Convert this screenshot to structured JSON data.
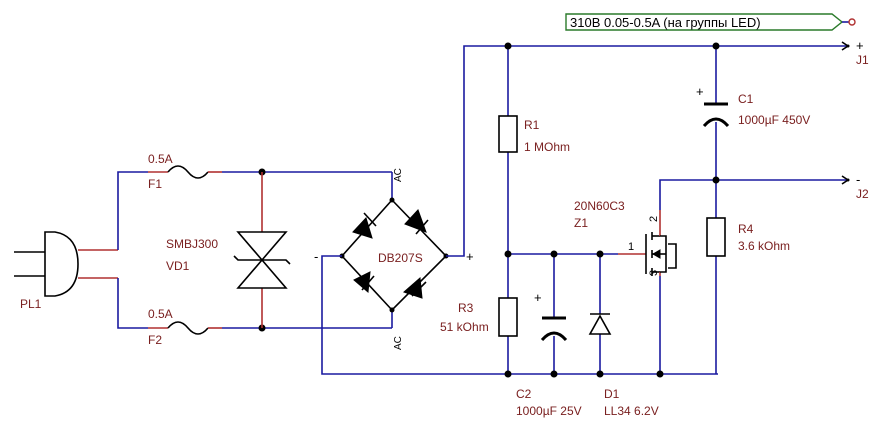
{
  "output_label": "310B 0.05-0.5A (на группы LED)",
  "colors": {
    "wire": "#1a1aa0",
    "lead": "#b03030",
    "label": "#7a2020",
    "label_box": "#2a7a2a"
  },
  "components": {
    "plug": {
      "ref": "PL1"
    },
    "fuse1": {
      "rating": "0.5A",
      "ref": "F1"
    },
    "fuse2": {
      "rating": "0.5A",
      "ref": "F2"
    },
    "tvs": {
      "part": "SMBJ300",
      "ref": "VD1"
    },
    "bridge": {
      "part": "DB207S",
      "ac_top": "AC",
      "ac_bottom": "AC",
      "plus": "+",
      "minus": "-"
    },
    "r1": {
      "ref": "R1",
      "value": "1 MOhm"
    },
    "r3": {
      "ref": "R3",
      "value": "51 kOhm"
    },
    "r4": {
      "ref": "R4",
      "value": "3.6 kOhm"
    },
    "c1": {
      "ref": "C1",
      "value": "1000µF 450V",
      "polarity": "+"
    },
    "c2": {
      "ref": "C2",
      "value": "1000µF 25V",
      "polarity": "+"
    },
    "d1": {
      "ref": "D1",
      "value": "LL34 6.2V"
    },
    "q1": {
      "part": "20N60C3",
      "ref": "Z1",
      "pin1": "1",
      "pin2": "2",
      "pin3": "3"
    },
    "j1": {
      "ref": "J1",
      "sign": "+"
    },
    "j2": {
      "ref": "J2",
      "sign": "-"
    }
  }
}
